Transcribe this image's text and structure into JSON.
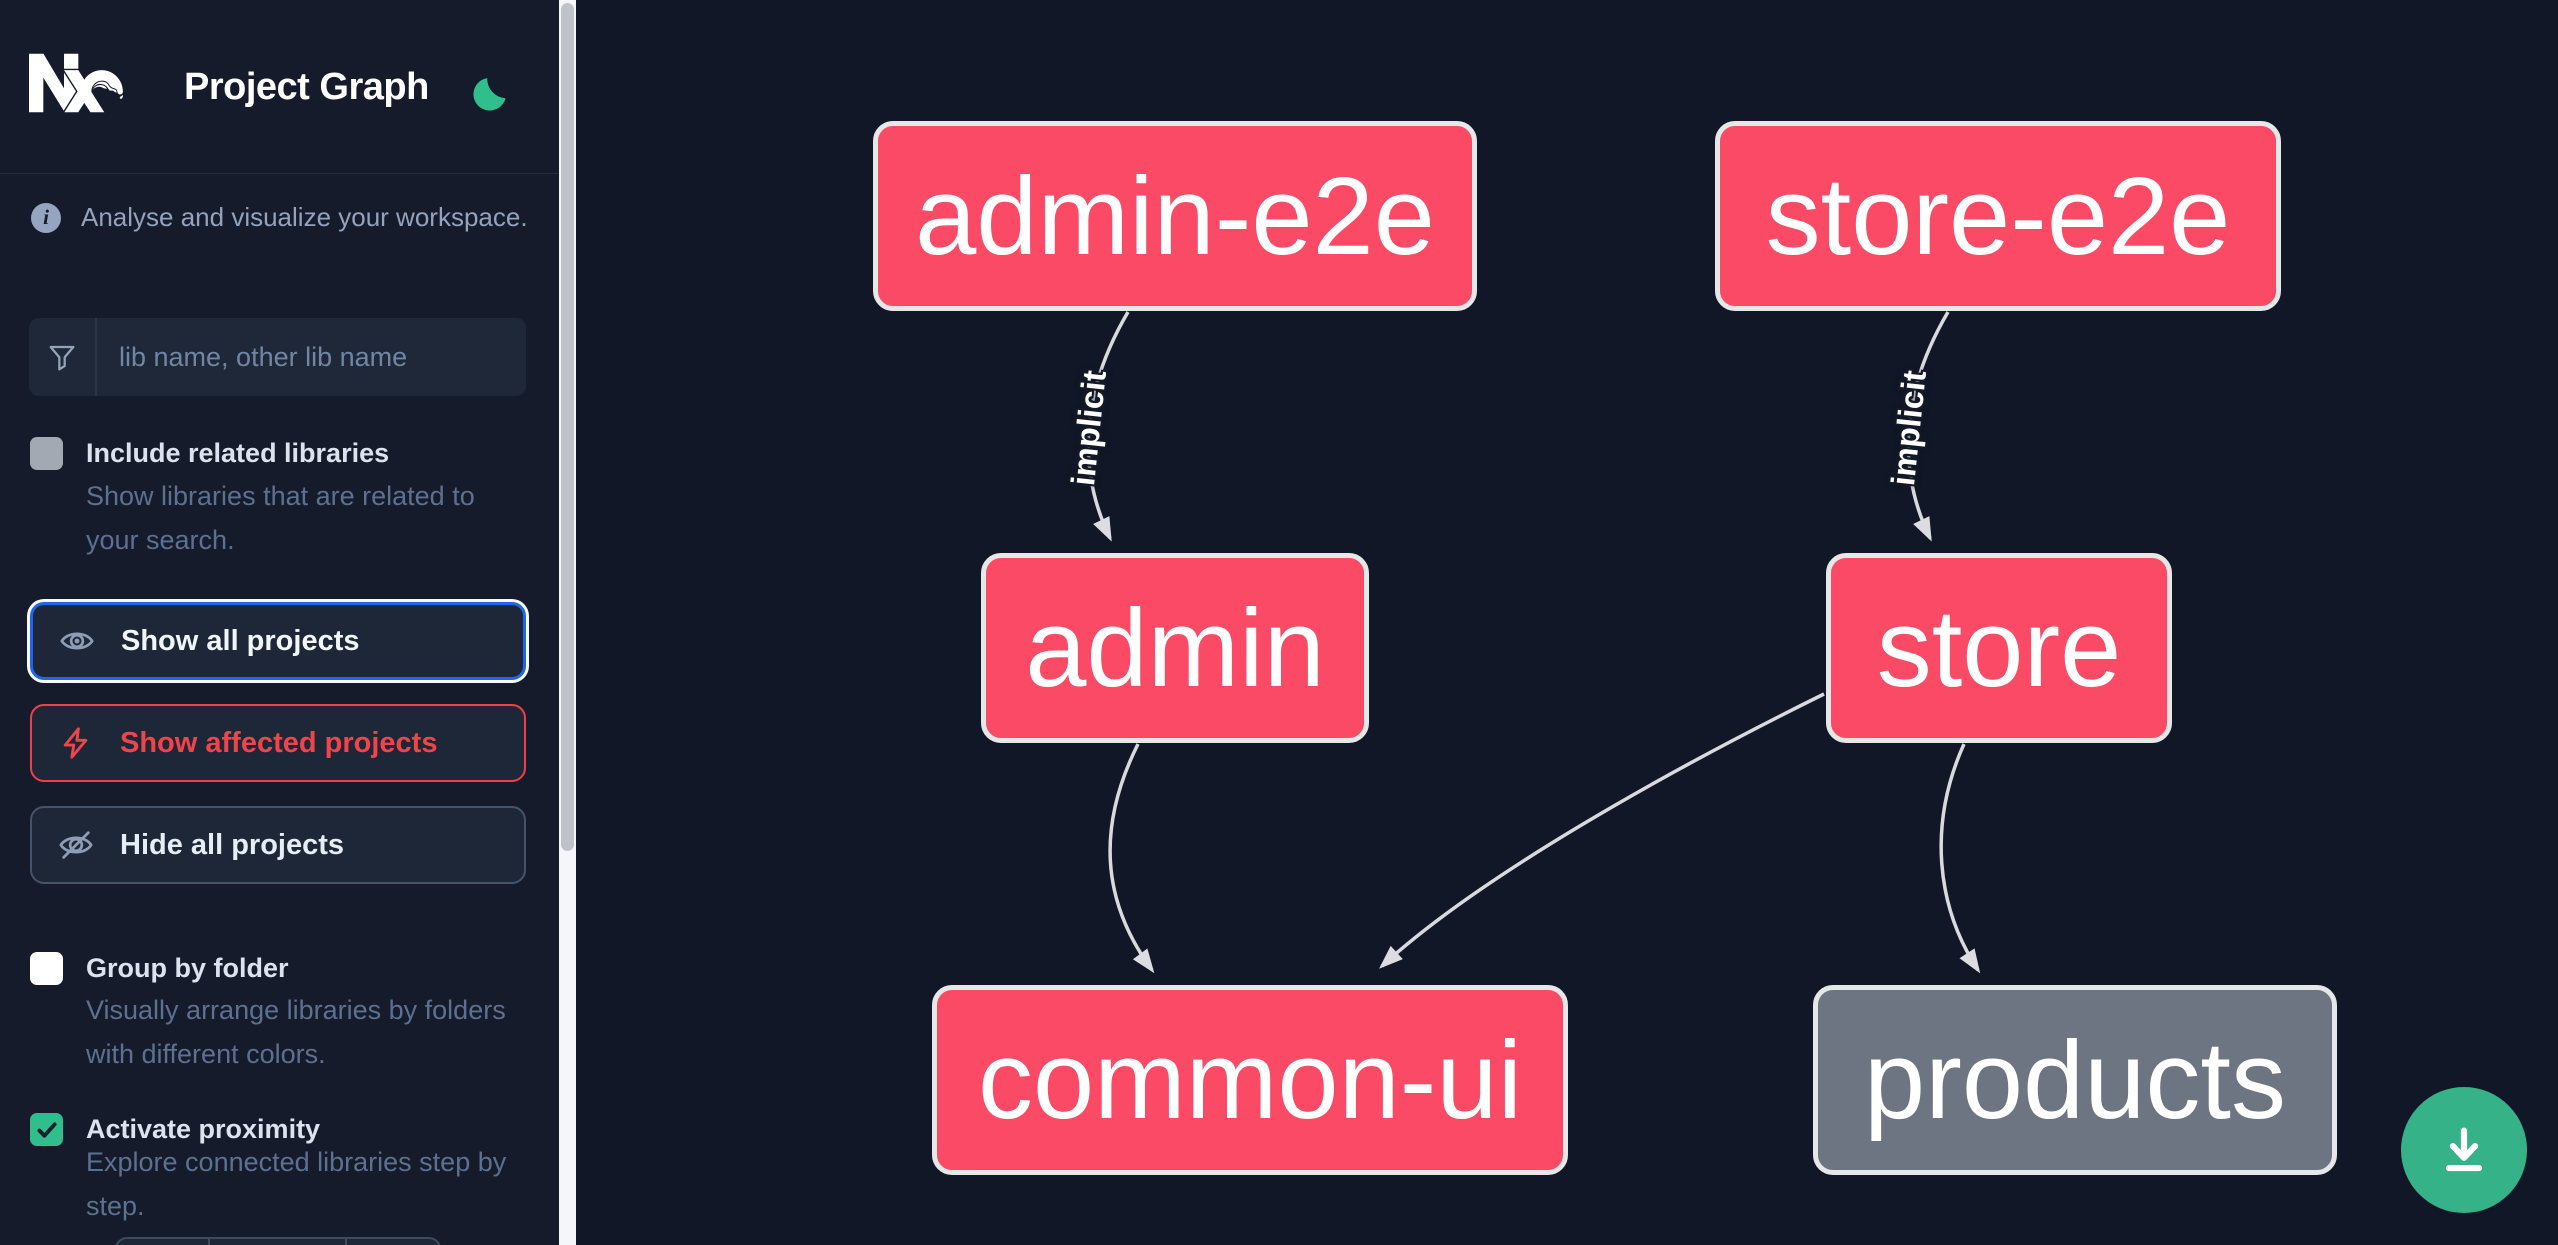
{
  "header": {
    "title": "Project Graph"
  },
  "sidebar": {
    "tagline": "Analyse and visualize your workspace.",
    "search": {
      "placeholder": "lib name, other lib name",
      "value": ""
    },
    "include_related": {
      "label": "Include related libraries",
      "description": "Show libraries that are related to your search.",
      "checked": false
    },
    "actions": {
      "show_all": "Show all projects",
      "show_affected": "Show affected projects",
      "hide_all": "Hide all projects"
    },
    "group_by_folder": {
      "label": "Group by folder",
      "description": "Visually arrange libraries by folders with different colors.",
      "checked": false
    },
    "proximity": {
      "label": "Activate proximity",
      "description": "Explore connected libraries step by step.",
      "checked": true
    }
  },
  "graph": {
    "nodes": [
      {
        "id": "admin-e2e",
        "label": "admin-e2e",
        "status": "affected"
      },
      {
        "id": "store-e2e",
        "label": "store-e2e",
        "status": "affected"
      },
      {
        "id": "admin",
        "label": "admin",
        "status": "affected"
      },
      {
        "id": "store",
        "label": "store",
        "status": "affected"
      },
      {
        "id": "common-ui",
        "label": "common-ui",
        "status": "affected"
      },
      {
        "id": "products",
        "label": "products",
        "status": "unaffected"
      }
    ],
    "edges": [
      {
        "from": "admin-e2e",
        "to": "admin",
        "label": "implicit"
      },
      {
        "from": "store-e2e",
        "to": "store",
        "label": "implicit"
      },
      {
        "from": "admin",
        "to": "common-ui",
        "label": ""
      },
      {
        "from": "store",
        "to": "common-ui",
        "label": ""
      },
      {
        "from": "store",
        "to": "products",
        "label": ""
      }
    ]
  },
  "colors": {
    "sidebar_bg": "#151b2a",
    "canvas_bg": "#111726",
    "accent_blue": "#2166e8",
    "affected_red": "#ee4046",
    "node_affected": "#fb4a66",
    "node_unaffected": "#6e7582",
    "node_border": "#e6e7e9",
    "edge": "#d9dadd",
    "brand_green": "#2fbe8c",
    "fab_green": "#35b287"
  }
}
